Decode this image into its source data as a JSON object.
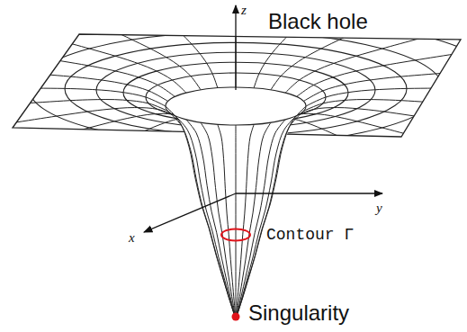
{
  "diagram": {
    "labels": [
      "z",
      "Black hole",
      "y",
      "x",
      "Contour Γ",
      "Singularity"
    ]
  }
}
